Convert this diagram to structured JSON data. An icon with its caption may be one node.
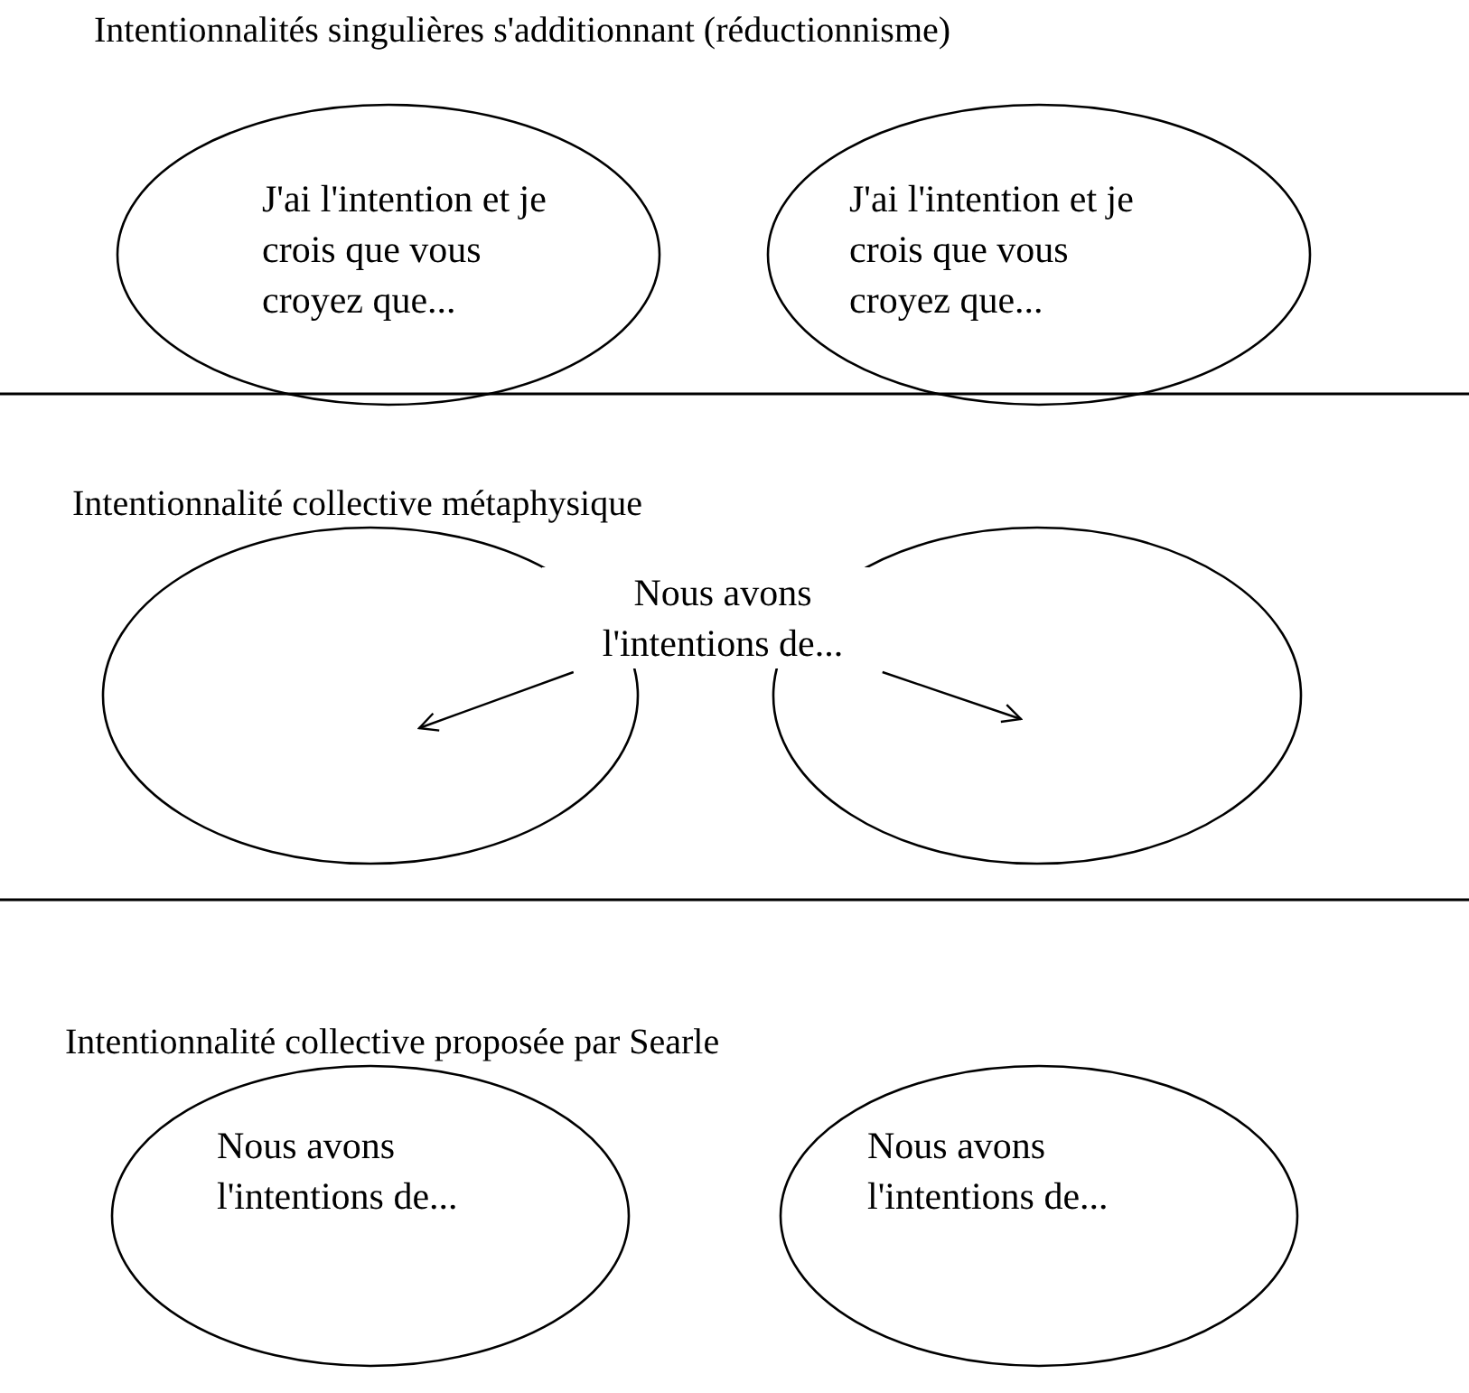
{
  "diagram": {
    "nodes": [
      {
        "text": [
          "J'ai l'intention et je crois que vous croyez que..."
        ]
      },
      {
        "text": [
          "J'ai l'intention et je crois que vous croyez que..."
        ]
      },
      {
        "text": [
          "Nous avons l'intentions de..."
        ]
      },
      {
        "text": [],
        "shape": "circle"
      },
      {
        "text": [],
        "shape": "circle"
      },
      {
        "text": [
          "Nous avons l'intentions de..."
        ]
      },
      {
        "text": [
          "Nous avons l'intentions de..."
        ]
      }
    ],
    "edges": [
      {
        "from": 2,
        "to": 3,
        "arrow": "to"
      },
      {
        "from": 2,
        "to": 4,
        "arrow": "to"
      }
    ],
    "labels": [
      "Intentionnalités singulières s'additionnant (réductionnisme)",
      "Intentionnalité collective métaphysique",
      "Intentionnalité collective proposée par Searle"
    ]
  }
}
